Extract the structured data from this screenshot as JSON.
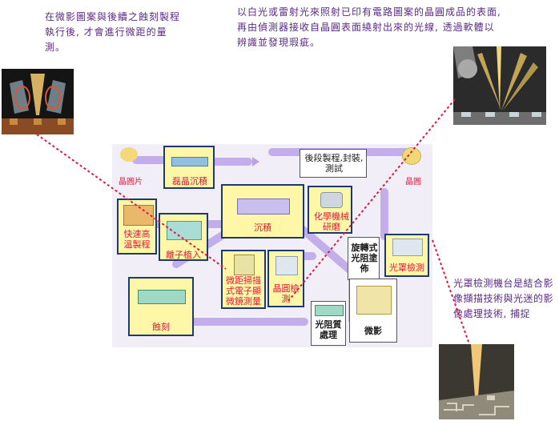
{
  "notes": {
    "top_left": "在微影圖案與後續之蝕刻製程執行後, 才會進行微距的量測。",
    "top_right": "以白光或雷射光來照射已印有電路圖案的晶圓成品的表面, 再由偵測器接收自晶圓表面繞射出來的光線, 透過軟體以辨識並發現瑕疵。",
    "bottom_right": "光罩檢測機台是結合影像擷描技術與光迷的影像處理技術, 捕捉"
  },
  "flow": {
    "wafer_start": "晶圓片",
    "wafer_end": "晶圓",
    "backend": "後段製程,封裝,測試",
    "epitaxy": "磊晶沉積",
    "deposition": "沉積",
    "cmp": "化學機械研磨",
    "rtp": "快速高溫製程",
    "ion_implant": "離子植入",
    "sem": "微距掃描式電子顯微鏡測量",
    "wafer_inspect": "晶圓檢測",
    "coat": "旋轉式光阻塗佈",
    "mask_inspect": "光罩檢測",
    "etch": "蝕刻",
    "photoresist": "光阻質處理",
    "litho": "微影"
  },
  "colors": {
    "annotation_text": "#5b2a86",
    "step_label": "#e0183c",
    "box_fill": "#fff7a8",
    "box_border": "#1c3a70",
    "flow_arrow": "#b9a3e6",
    "connector_line": "#e0183c"
  }
}
